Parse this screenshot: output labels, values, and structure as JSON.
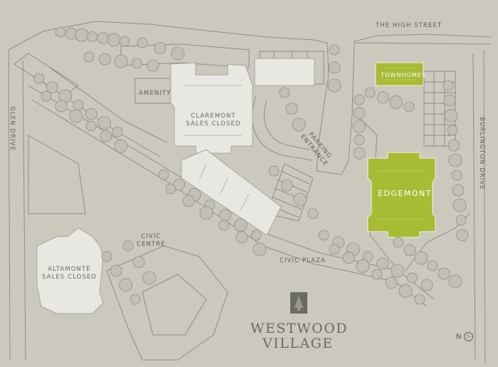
{
  "streets": {
    "high_street": "THE HIGH STREET",
    "burlington_drive": "BURLINGTON DRIVE",
    "glen_drive": "GLEN DRIVE"
  },
  "places": {
    "amenity": "AMENITY",
    "parking": "PARKING",
    "entrance": "ENTRANCE",
    "civic": "CIVIC",
    "centre": "CENTRE",
    "civic_plaza": "CIVIC PLAZA"
  },
  "buildings": {
    "claremont": {
      "name": "CLAREMONT",
      "status": "SALES CLOSED"
    },
    "altamonte": {
      "name": "ALTAMONTE",
      "status": "SALES CLOSED"
    },
    "townhomes": {
      "name": "TOWNHOMES"
    },
    "edgemont": {
      "name": "EDGEMONT"
    }
  },
  "brand": {
    "line1": "WESTWOOD",
    "line2": "VILLAGE"
  },
  "compass": {
    "label": "N",
    "arrow": "▷"
  },
  "colors": {
    "background": "#cbc8bd",
    "highlight": "#a8bb35",
    "building": "#e8e7e1",
    "line": "#8e8e87",
    "tree": "#909089"
  }
}
